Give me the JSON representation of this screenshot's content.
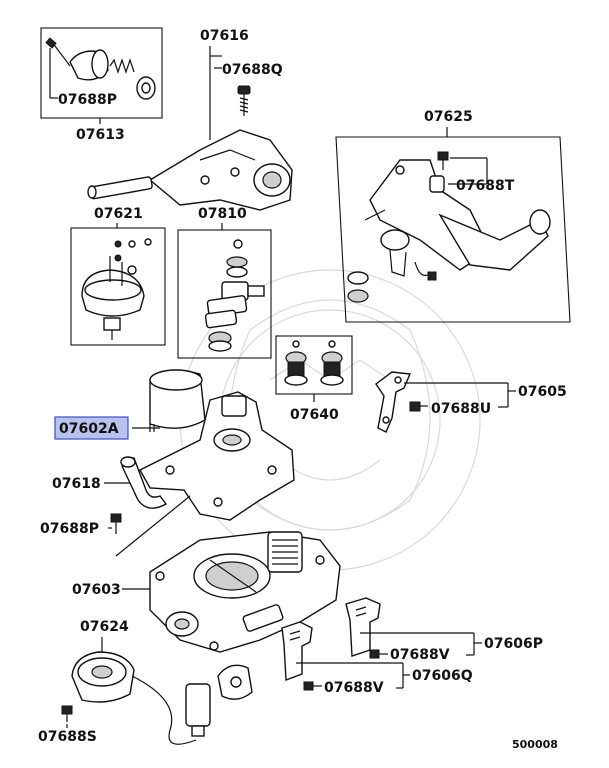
{
  "labels": {
    "l07616": "07616",
    "l07688Q": "07688Q",
    "l07688P": "07688P",
    "l07613": "07613",
    "l07625": "07625",
    "l07688T": "07688T",
    "l07621": "07621",
    "l07810": "07810",
    "l07640": "07640",
    "l07605": "07605",
    "l07688U": "07688U",
    "l07602A": "07602A",
    "l07618": "07618",
    "l07688P2": "07688P",
    "l07603": "07603",
    "l07624": "07624",
    "l07688V1": "07688V",
    "l07606P": "07606P",
    "l07688V2": "07688V",
    "l07606Q": "07606Q",
    "l07688S": "07688S",
    "code": "500008"
  },
  "colors": {
    "highlight_fill": "#b9c2ee",
    "highlight_stroke": "#3f4fb6",
    "line": "#111111"
  },
  "highlighted_part": "07602A"
}
